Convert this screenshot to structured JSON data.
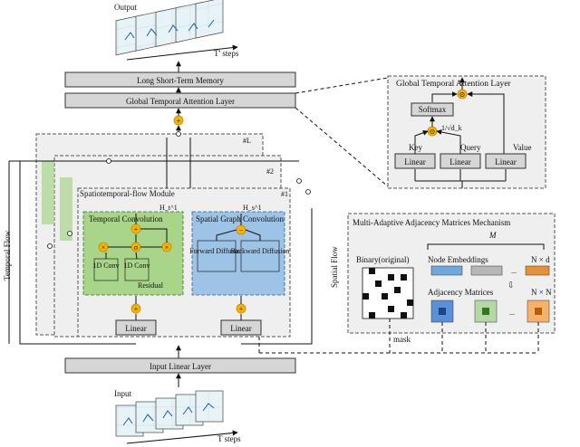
{
  "labels": {
    "output": "Output",
    "t_star_steps": "T' steps",
    "lstm": "Long Short-Term Memory",
    "gtal": "Global Temporal Attention Layer",
    "gtal_panel_title": "Global Temporal Attention Layer",
    "softmax": "Softmax",
    "scale": "1/√d_k",
    "key": "Key",
    "query": "Query",
    "value": "Value",
    "linear": "Linear",
    "layer_L": "#L",
    "layer_2": "#2",
    "layer_1": "#1",
    "stfm": "Spatiotemporal-flow Module",
    "temporal_flow": "Temporal Flow",
    "spatial_flow": "Spatial Flow",
    "h_t": "H_t^1",
    "h_s": "H_s^1",
    "temporal_conv": "Temporal Convolution",
    "spatial_gconv": "Spatial Graph Convolution",
    "conv1": "1D Conv",
    "conv2": "1D Conv",
    "sigma": "σ",
    "residual": "Residual",
    "forward_diffusion": "Forward Diffusion",
    "backward_diffusion": "Backward Diffusion",
    "mam_title": "Multi-Adaptive Adjacency Matrices Mechanism",
    "M": "M",
    "binary": "Binary(original)",
    "node_emb": "Node Embeddings",
    "n_by_d": "N × d",
    "adj_matrices": "Adjacency Matrices",
    "n_by_n": "N × N",
    "mask": "mask",
    "input_linear": "Input Linear Layer",
    "input": "Input",
    "t_steps": "T steps",
    "dots": "..."
  },
  "colors": {
    "box_gray": "#d6d6d6",
    "temporal_green": "#a8d58a",
    "spatial_blue": "#9dc3e6",
    "operator_orange": "#f4b400"
  }
}
